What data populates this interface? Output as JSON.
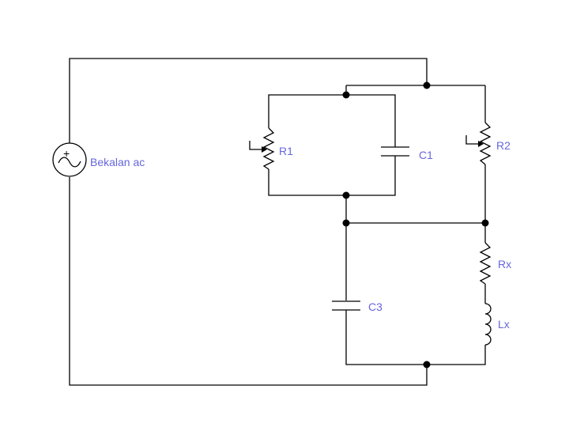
{
  "diagram": {
    "title": "",
    "components": {
      "source": {
        "label": "Bekalan ac",
        "symbol": "ac-source-icon",
        "polarity": "+"
      },
      "r1": {
        "label": "R1",
        "type": "variable-resistor"
      },
      "c1": {
        "label": "C1",
        "type": "capacitor"
      },
      "r2": {
        "label": "R2",
        "type": "variable-resistor"
      },
      "rx": {
        "label": "Rx",
        "type": "resistor"
      },
      "c3": {
        "label": "C3",
        "type": "capacitor"
      },
      "lx": {
        "label": "Lx",
        "type": "inductor"
      }
    },
    "colors": {
      "wire": "#000000",
      "label": "#6666dd"
    }
  }
}
